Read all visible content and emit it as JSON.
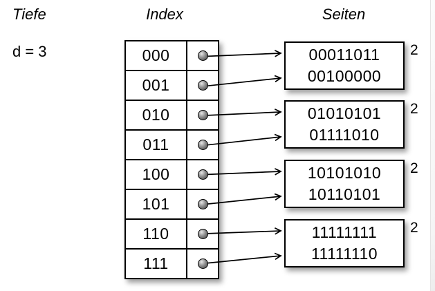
{
  "labels": {
    "depth_title": "Tiefe",
    "depth_value": "d = 3",
    "index_title": "Index",
    "pages_title": "Seiten"
  },
  "index_rows": [
    "000",
    "001",
    "010",
    "011",
    "100",
    "101",
    "110",
    "111"
  ],
  "pages": [
    {
      "entries": [
        "00011011",
        "00100000"
      ],
      "local_depth": "2"
    },
    {
      "entries": [
        "01010101",
        "01111010"
      ],
      "local_depth": "2"
    },
    {
      "entries": [
        "10101010",
        "10110101"
      ],
      "local_depth": "2"
    },
    {
      "entries": [
        "11111111",
        "11111110"
      ],
      "local_depth": "2"
    }
  ],
  "links": [
    {
      "from_bits": "000",
      "to_page_index": 0
    },
    {
      "from_bits": "001",
      "to_page_index": 0
    },
    {
      "from_bits": "010",
      "to_page_index": 1
    },
    {
      "from_bits": "011",
      "to_page_index": 1
    },
    {
      "from_bits": "100",
      "to_page_index": 2
    },
    {
      "from_bits": "101",
      "to_page_index": 2
    },
    {
      "from_bits": "110",
      "to_page_index": 3
    },
    {
      "from_bits": "111",
      "to_page_index": 3
    }
  ],
  "colors": {
    "line": "#000000",
    "text": "#000000",
    "page-fill": "#ffffff",
    "dot-fill": "#8f8f8f"
  }
}
